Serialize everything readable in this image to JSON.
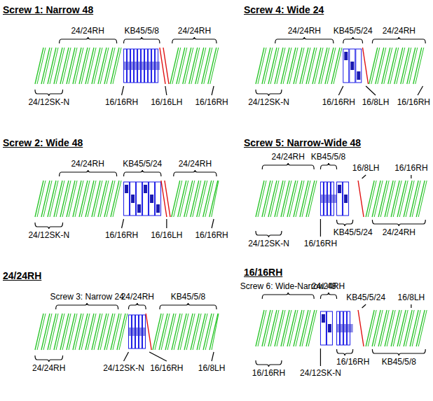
{
  "diagram": {
    "labels": [
      "Screw 1: Narrow 48",
      "24/24RH",
      "KB45/5/8",
      "24/24RH",
      "24/12SK-N",
      "16/16RH",
      "16/16LH",
      "16/16RH",
      "Screw 4: Wide 24",
      "24/24RH",
      "KB45/5/24",
      "24/24RH",
      "24/12SK-N",
      "16/16RH",
      "16/8LH",
      "16/16RH",
      "Screw 2: Wide 48",
      "24/24RH",
      "KB45/5/24",
      "24/24RH",
      "24/12SK-N",
      "16/16RH",
      "16/16LH",
      "16/16RH",
      "Screw 5: Narrow-Wide 48",
      "24/24RH",
      "KB45/5/8",
      "16/8LH",
      "16/16RH",
      "24/12SK-N",
      "16/16RH",
      "KB45/5/24",
      "24/24RH",
      "Screw 3: Narrow 24",
      "24/24RH",
      "KB45/5/8",
      "24/24RH",
      "24/12SK-N",
      "16/16RH",
      "16/8LH",
      "16/16RH",
      "Screw 6: Wide-Narrow 48",
      "24/24RH",
      "KB45/5/24",
      "16/8LH",
      "16/16RH",
      "24/12SK-N",
      "16/16RH",
      "KB45/5/8",
      "24/24RH"
    ]
  }
}
